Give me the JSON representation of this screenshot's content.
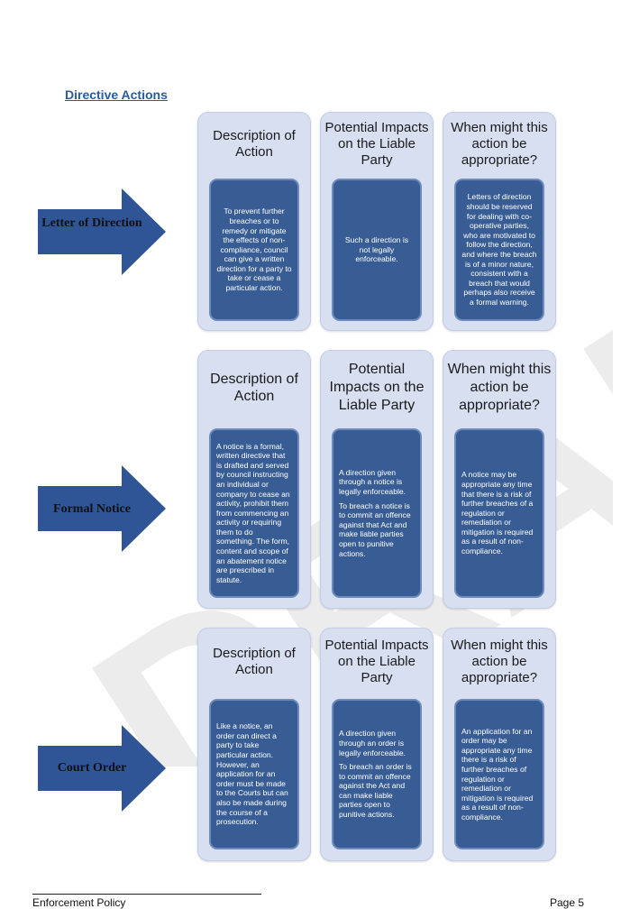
{
  "section_title": "Directive Actions",
  "watermark_text": "DRAFT",
  "rows": [
    {
      "action": "Letter of Direction",
      "cards": [
        {
          "heading": "Description of Action",
          "body": [
            "To prevent further breaches or to remedy or mitigate the effects of non-compliance, council can give a written direction for a party to take or cease a particular action."
          ]
        },
        {
          "heading": "Potential Impacts on the Liable Party",
          "body": [
            "Such a direction is not legally enforceable."
          ]
        },
        {
          "heading": "When might this action be appropriate?",
          "body": [
            "Letters of direction should be reserved for dealing with co-operative parties, who are motivated to follow the direction, and where the breach is of a minor nature, consistent with a breach that would perhaps also receive a formal warning."
          ]
        }
      ]
    },
    {
      "action": "Formal Notice",
      "cards": [
        {
          "heading": "Description of Action",
          "body": [
            "A notice is a formal, written directive that is drafted and served by council instructing an individual or company to cease an activity, prohibit them from commencing an activity or requiring them to do something. The form, content and scope of an abatement notice are prescribed in statute."
          ]
        },
        {
          "heading": "Potential Impacts on the Liable Party",
          "body": [
            "A direction given through a notice is legally enforceable.",
            "To breach a notice is to commit an offence against that Act and make liable parties open to punitive actions."
          ]
        },
        {
          "heading": "When might this action be appropriate?",
          "body": [
            "A notice may be appropriate any time that there is a risk of further breaches of a regulation or remediation or mitigation is required as a result of non-compliance."
          ]
        }
      ]
    },
    {
      "action": "Court Order",
      "cards": [
        {
          "heading": "Description of Action",
          "body": [
            "Like a notice, an order can direct a party to take particular action. However, an application for an order must be made to the Courts but can also be made during the course of a prosecution."
          ]
        },
        {
          "heading": "Potential Impacts on the Liable Party",
          "body": [
            "A direction given through an order is legally enforceable.",
            "To breach an order is to commit an offence against the Act and can make liable parties open to punitive actions."
          ]
        },
        {
          "heading": "When might this action be appropriate?",
          "body": [
            "An application for an order may be appropriate any time there is a risk of further breaches of regulation or remediation or mitigation is required as a result of non-compliance."
          ]
        }
      ]
    }
  ],
  "footer": {
    "left": "Enforcement Policy",
    "right": "Page 5"
  },
  "colors": {
    "card_bg": "#d7dff1",
    "body_bg": "#385d94",
    "arrow": "#2f5597",
    "title": "#2e5a96"
  }
}
